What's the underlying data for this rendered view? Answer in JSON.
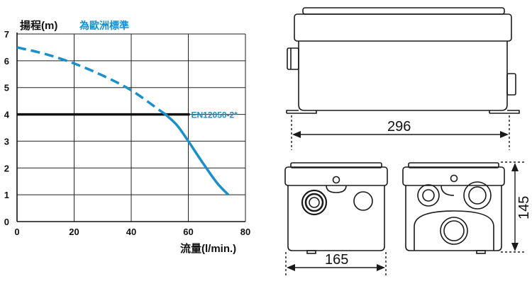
{
  "chart_data": {
    "type": "line",
    "ylabel": "揚程(m)",
    "xlabel": "流量(l/min.)",
    "legend_note": "為歐洲標準",
    "xlim": [
      0,
      80
    ],
    "ylim": [
      0,
      7
    ],
    "x_ticks": [
      "0",
      "20",
      "40",
      "60",
      "80"
    ],
    "y_ticks": [
      "0",
      "1",
      "2",
      "3",
      "4",
      "5",
      "6",
      "7"
    ],
    "grid": true,
    "curve_color": "#1a8fc9",
    "reference_color": "#111111",
    "reference": {
      "label": "EN12050-2*",
      "y": 4,
      "x_range": [
        0,
        60
      ]
    },
    "series": [
      {
        "style": "dashed",
        "x": [
          0,
          10,
          20,
          30,
          40,
          50,
          52
        ],
        "y": [
          6.5,
          6.25,
          5.9,
          5.45,
          4.9,
          4.15,
          4.0
        ]
      },
      {
        "style": "solid",
        "x": [
          52,
          56,
          60,
          65,
          70,
          74
        ],
        "y": [
          4.0,
          3.6,
          3.0,
          2.2,
          1.45,
          1.0
        ]
      }
    ]
  },
  "dimensions": {
    "length": "296",
    "width": "165",
    "height": "145"
  }
}
